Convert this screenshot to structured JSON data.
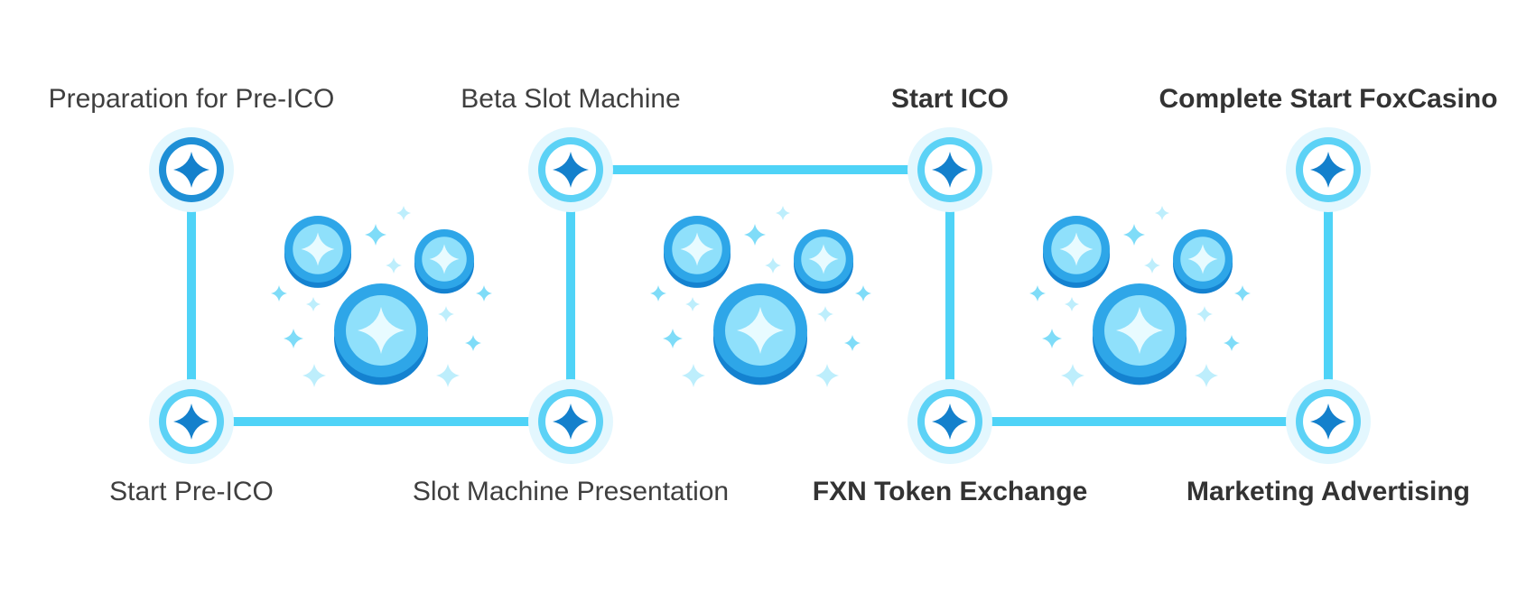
{
  "roadmap": {
    "milestones": [
      {
        "label": "Preparation for Pre-ICO",
        "emphasis": "normal",
        "style": "dark"
      },
      {
        "label": "Start Pre-ICO",
        "emphasis": "normal",
        "style": "light"
      },
      {
        "label": "Slot Machine Presentation",
        "emphasis": "normal",
        "style": "light"
      },
      {
        "label": "Beta Slot Machine",
        "emphasis": "normal",
        "style": "light"
      },
      {
        "label": "Start ICO",
        "emphasis": "bold",
        "style": "light"
      },
      {
        "label": "FXN Token Exchange",
        "emphasis": "bold",
        "style": "light"
      },
      {
        "label": "Marketing Advertising",
        "emphasis": "bold",
        "style": "light"
      },
      {
        "label": "Complete Start FoxCasino",
        "emphasis": "bold",
        "style": "light"
      }
    ],
    "coin_clusters": 3
  },
  "colors": {
    "line": "#4fd3f7",
    "ring_light": "#5cd2f6",
    "ring_dark": "#1e8fd6",
    "ring_halo": "#e3f7fe",
    "star": "#1480cc",
    "coin_dark": "#1482d0",
    "coin_mid": "#2ea6e8",
    "coin_light": "#8fe0fb",
    "coin_face": "#e8fbff",
    "sparkle": "#7fdcf8",
    "sparkle_pale": "#bdeefc",
    "text": "#3f3f3f"
  }
}
